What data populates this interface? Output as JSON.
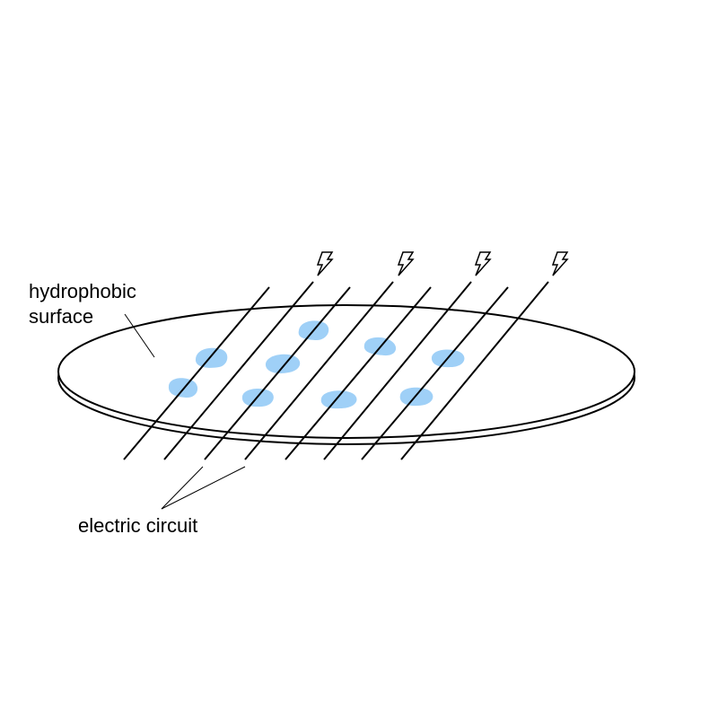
{
  "labels": {
    "surface": [
      "hydrophobic",
      "surface"
    ],
    "circuit": "electric circuit"
  },
  "icons": {
    "power": "lightning-bolt-icon",
    "droplet": "water-droplet"
  },
  "colors": {
    "droplet": "#9fd0f7",
    "line": "#000000",
    "disk_fill": "#ffffff"
  }
}
